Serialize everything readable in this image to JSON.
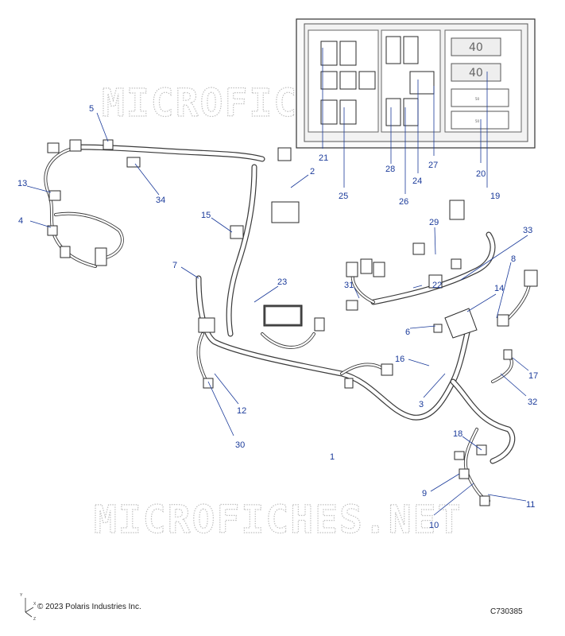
{
  "copyright": "© 2023 Polaris Industries Inc.",
  "drawing_code": "C730385",
  "watermark": "MICROFICHES.NET",
  "axes": {
    "y": "Y",
    "x": "X",
    "z": "Z"
  },
  "fuse_ratings": [
    "40",
    "40",
    "50",
    "50"
  ],
  "callouts": [
    "1",
    "2",
    "3",
    "4",
    "5",
    "6",
    "7",
    "8",
    "9",
    "10",
    "11",
    "12",
    "13",
    "14",
    "15",
    "16",
    "17",
    "18",
    "19",
    "20",
    "21",
    "22",
    "23",
    "24",
    "25",
    "26",
    "27",
    "28",
    "29",
    "30",
    "31",
    "32",
    "33",
    "34"
  ],
  "colors": {
    "callout": "#1a3a9a",
    "line": "#3a3a3a",
    "watermark": "#bdbdbd"
  }
}
